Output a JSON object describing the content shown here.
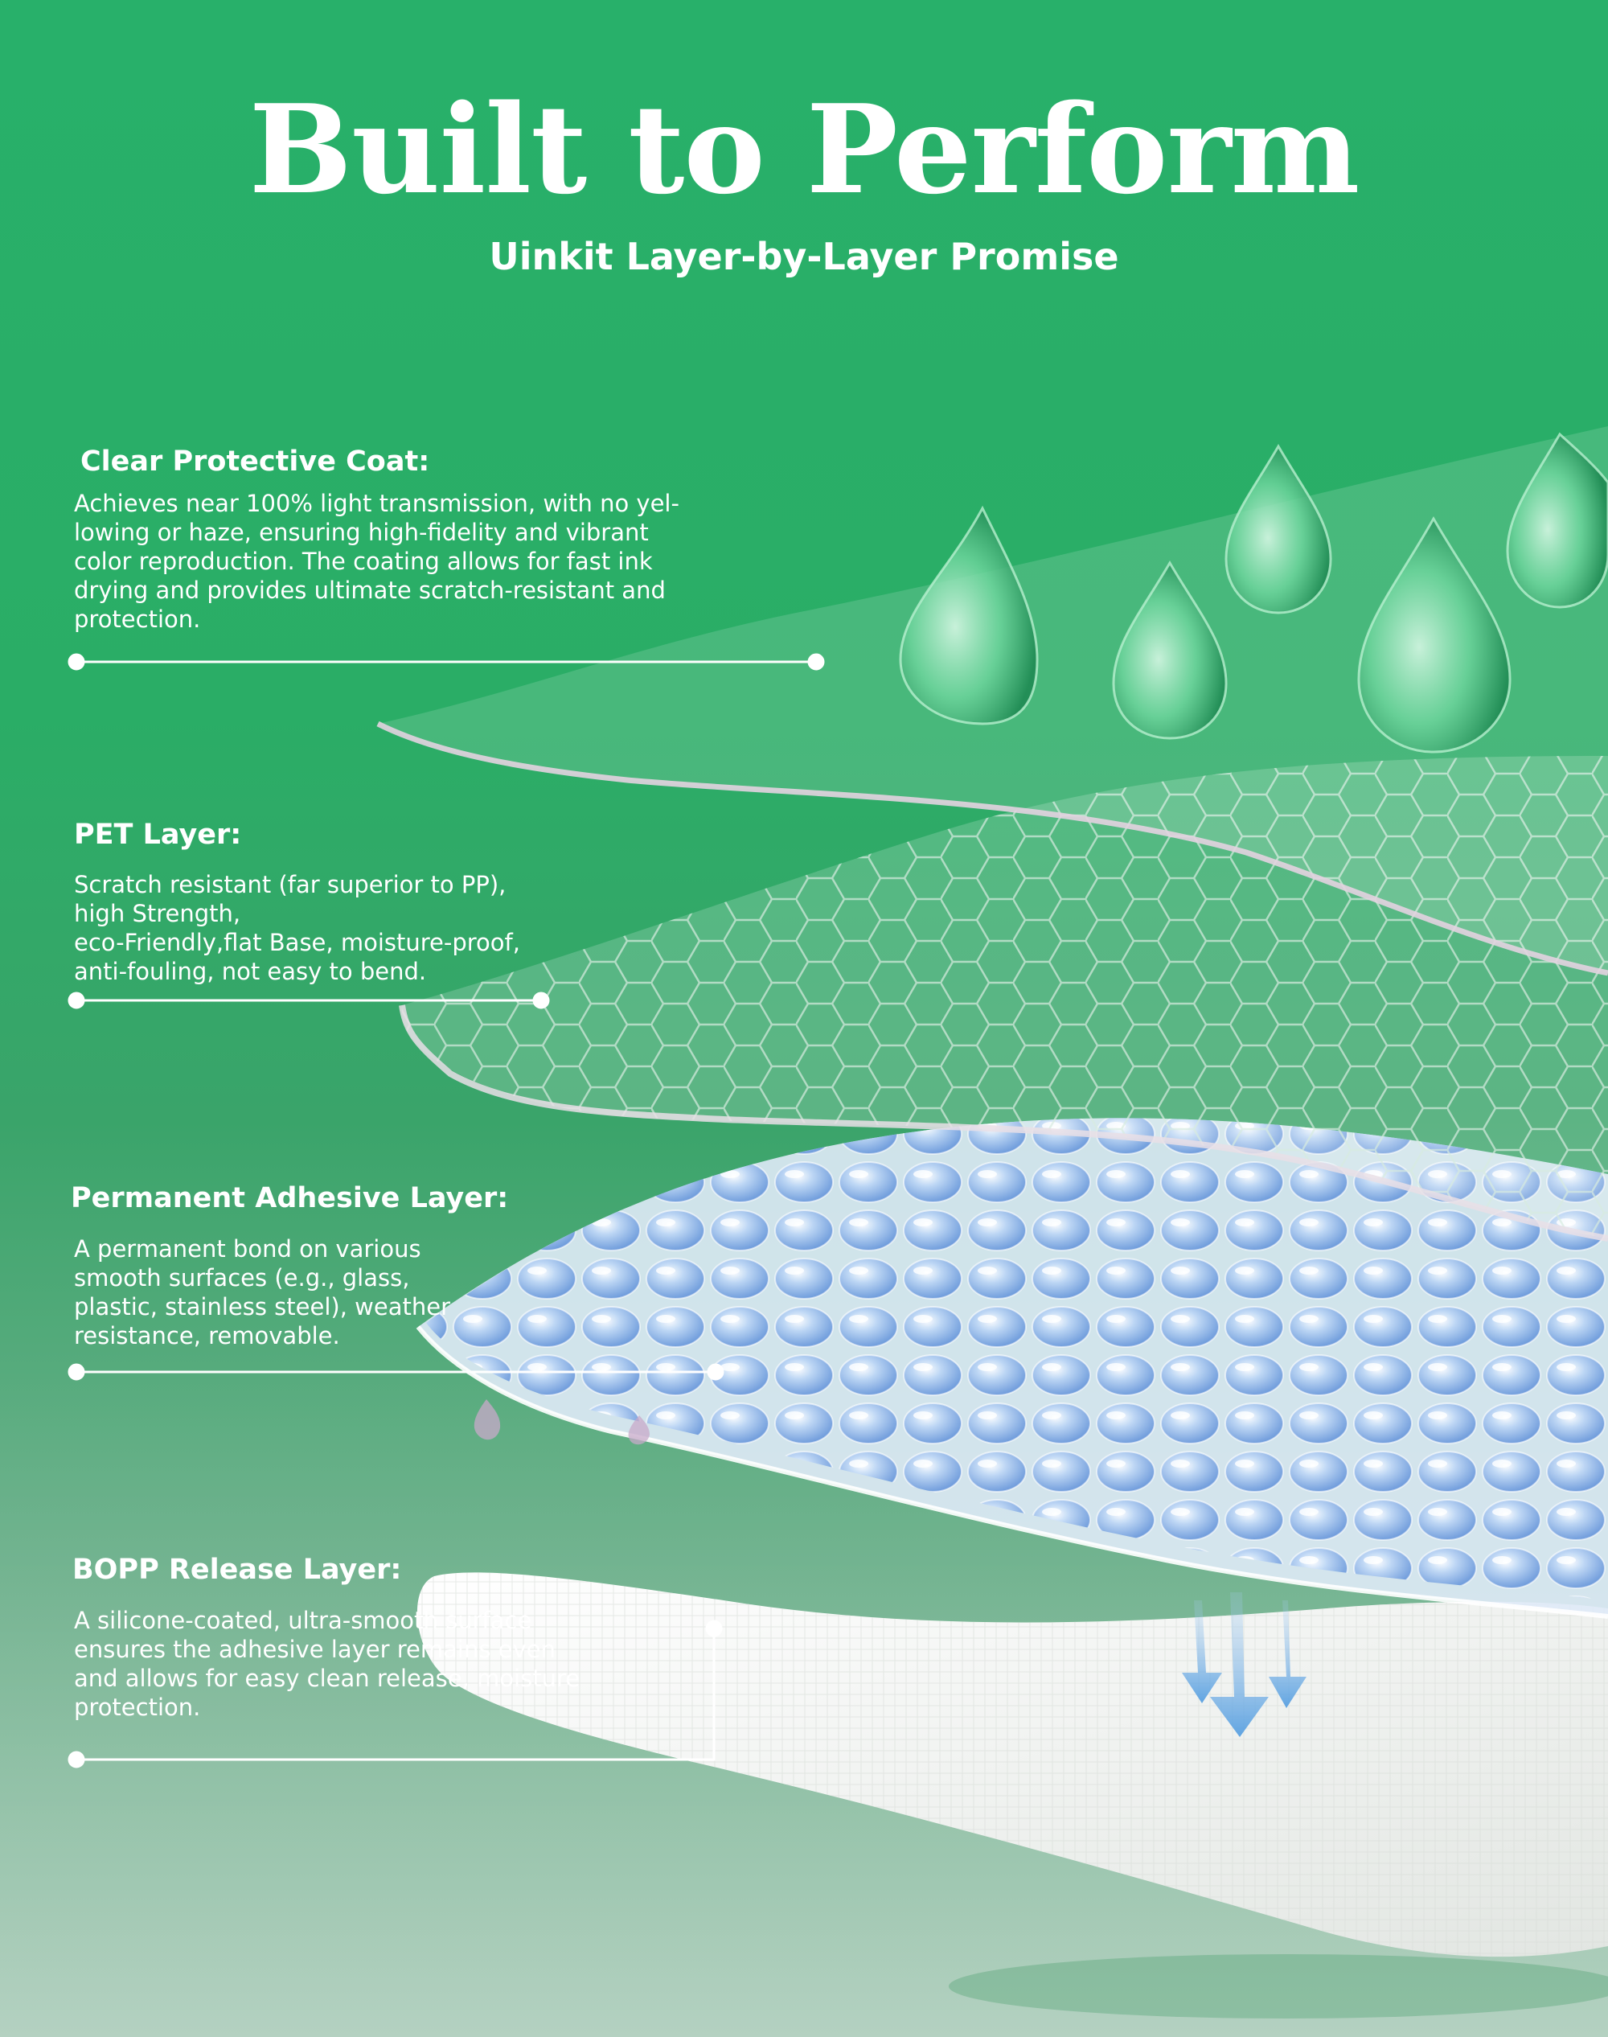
{
  "header": {
    "title": "Built to Perform",
    "subtitle": "Uinkit Layer-by-Layer Promise"
  },
  "colors": {
    "background_green": "#2aad66",
    "adhesive_blue": "#8fb7ea",
    "release_white": "#eef0ec",
    "droplet_green": "#7ddcaa"
  },
  "layers": [
    {
      "heading": "Clear Protective Coat:",
      "description": "Achieves near 100% light transmission, with no yel-\nlowing or haze, ensuring high-fidelity and vibrant\ncolor reproduction. The coating allows for fast ink\ndrying and provides ultimate scratch-resistant and\nprotection."
    },
    {
      "heading": "PET Layer:",
      "description": "Scratch resistant (far superior to PP),\nhigh Strength,\neco-Friendly,flat Base, moisture-proof,\nanti-fouling, not easy to bend."
    },
    {
      "heading": "Permanent Adhesive Layer:",
      "description": "A permanent bond on various\nsmooth surfaces (e.g., glass,\nplastic, stainless steel), weather\nresistance, removable."
    },
    {
      "heading": "BOPP Release Layer:",
      "description": " A silicone-coated, ultra-smooth surface\nensures the adhesive layer remains even\nand allows for easy clean release, moisture\nprotection."
    }
  ]
}
